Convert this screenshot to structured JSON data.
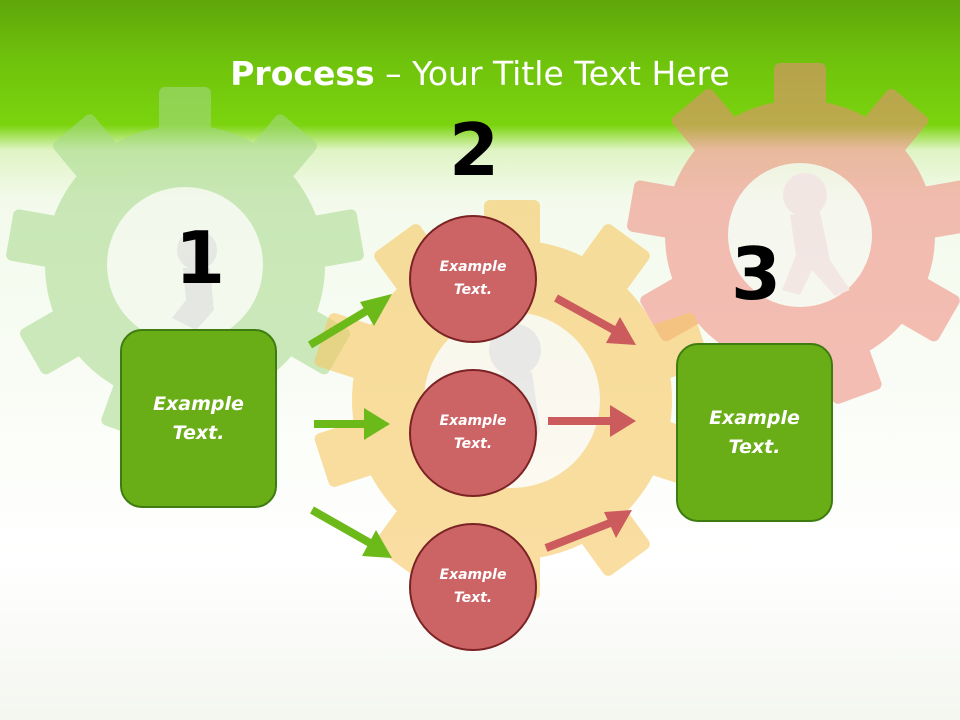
{
  "title": {
    "bold": "Process",
    "rest": " – Your Title Text Here"
  },
  "steps": {
    "one": "1",
    "two": "2",
    "three": "3"
  },
  "nodes": {
    "left_box": [
      "Example",
      "Text."
    ],
    "right_box": [
      "Example",
      "Text."
    ],
    "circle_top": [
      "Example",
      "Text."
    ],
    "circle_middle": [
      "Example",
      "Text."
    ],
    "circle_bottom": [
      "Example",
      "Text."
    ]
  },
  "colors": {
    "header_green": "#6fc20c",
    "box_green": "#6aae17",
    "box_border": "#3e7c12",
    "circle_red": "#cc6466",
    "circle_border": "#7b2324",
    "arrow_green": "#6cb91a",
    "arrow_red": "#cc5b5d"
  }
}
